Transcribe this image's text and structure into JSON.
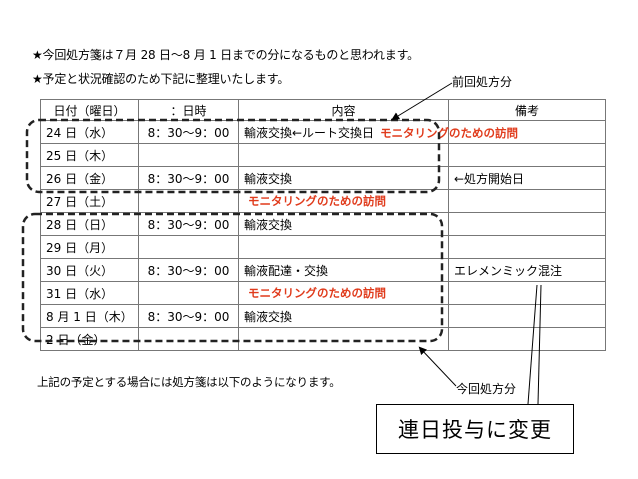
{
  "notes": {
    "line1": "★今回処方箋は７月 28 日〜8 月 1 日までの分になるものと思われます。",
    "line2": "★予定と状況確認のため下記に整理いたします。",
    "footer": "上記の予定とする場合には処方箋は以下のようになります。"
  },
  "table": {
    "headers": [
      "日付（曜日）",
      "：日時",
      "内容",
      "備考"
    ],
    "rows": [
      {
        "date": "24 日（水）",
        "time": "8：30〜9：00",
        "content": "輸液交換←ルート交換日",
        "highlight": "モニタリングのための訪問",
        "remark": ""
      },
      {
        "date": "25 日（木）",
        "time": "",
        "content": "",
        "highlight": "",
        "remark": ""
      },
      {
        "date": "26 日（金）",
        "time": "8：30〜9：00",
        "content": "輸液交換",
        "highlight": "",
        "remark": "←処方開始日"
      },
      {
        "date": "27 日（土）",
        "time": "",
        "content": "",
        "highlight": "モニタリングのための訪問",
        "remark": ""
      },
      {
        "date": "28 日（日）",
        "time": "8：30〜9：00",
        "content": "輸液交換",
        "highlight": "",
        "remark": ""
      },
      {
        "date": "29 日（月）",
        "time": "",
        "content": "",
        "highlight": "",
        "remark": ""
      },
      {
        "date": "30 日（火）",
        "time": "8：30〜9：00",
        "content": "輸液配達・交換",
        "highlight": "",
        "remark": "エレメンミック混注"
      },
      {
        "date": "31 日（水）",
        "time": "",
        "content": "",
        "highlight": "モニタリングのための訪問",
        "remark": ""
      },
      {
        "date": "8 月 1 日（木）",
        "time": "8：30〜9：00",
        "content": "輸液交換",
        "highlight": "",
        "remark": ""
      },
      {
        "date": "2 日（金）",
        "time": "",
        "content": "",
        "highlight": "",
        "remark": ""
      }
    ]
  },
  "callouts": {
    "previous": "前回処方分",
    "current": "今回処方分",
    "change": "連日投与に変更"
  },
  "colors": {
    "highlight": "#e03b1c",
    "border": "#777777"
  }
}
